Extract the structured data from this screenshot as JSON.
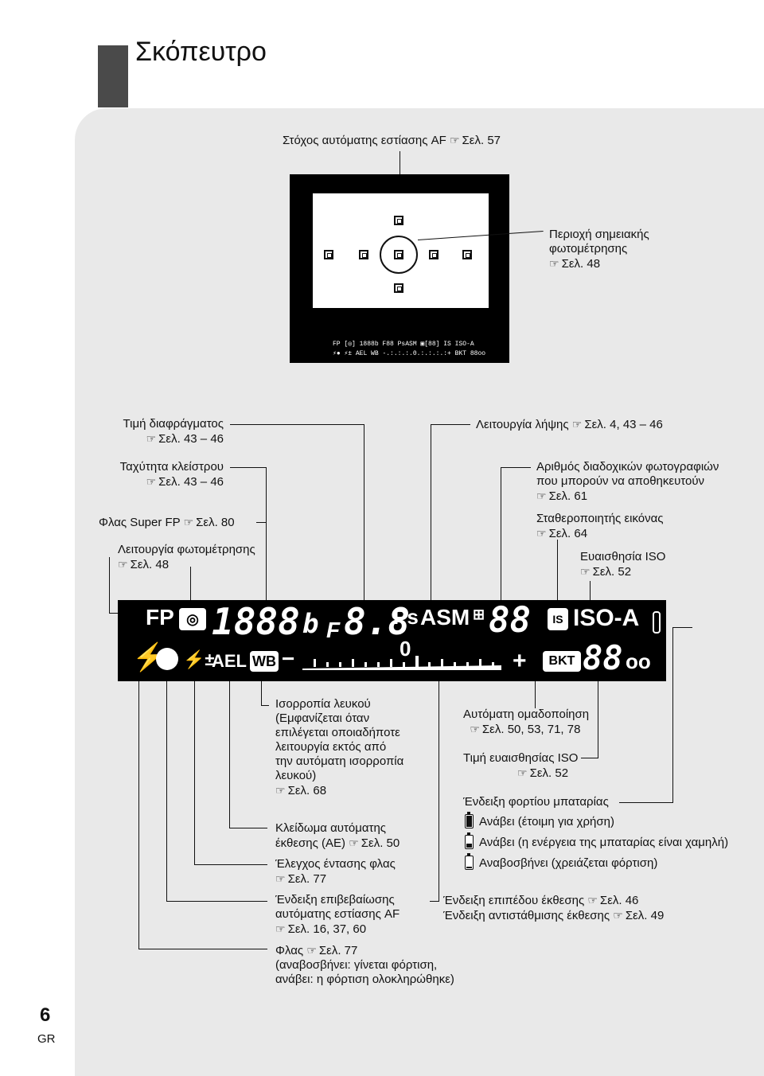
{
  "page": {
    "title": "Σκόπευτρο",
    "number": "6",
    "lang": "GR"
  },
  "viewfinder": {
    "af_target": {
      "text": "Στόχος αυτόματης εστίασης AF",
      "ref": "Σελ. 57"
    },
    "spot_area": {
      "line1": "Περιοχή σημειακής",
      "line2": "φωτομέτρησης",
      "ref": "Σελ. 48"
    },
    "mini_lcd": {
      "row1": "FP [◎] 1888b F88 PsASM ▣[88] IS ISO-A",
      "row2": "⚡● ⚡± AEL WB -.:.:.:.0.:.:.:.:+ BKT 88oo"
    }
  },
  "labels_left": {
    "aperture": {
      "text": "Τιμή διαφράγματος",
      "ref": "Σελ. 43 – 46"
    },
    "shutter": {
      "text": "Ταχύτητα κλείστρου",
      "ref": "Σελ. 43 – 46"
    },
    "super_fp": {
      "text": "Φλας Super FP",
      "ref": "Σελ. 80"
    },
    "metering": {
      "text": "Λειτουργία φωτομέτρησης",
      "ref": "Σελ. 48"
    }
  },
  "labels_right": {
    "shooting_mode": {
      "text": "Λειτουργία λήψης",
      "ref": "Σελ. 4, 43 – 46"
    },
    "burst": {
      "line1": "Αριθμός διαδοχικών φωτογραφιών",
      "line2": "που μπορούν να αποθηκευτούν",
      "ref": "Σελ. 61"
    },
    "stabilizer": {
      "text": "Σταθεροποιητής εικόνας",
      "ref": "Σελ. 64"
    },
    "iso": {
      "text": "Ευαισθησία ISO",
      "ref": "Σελ. 52"
    }
  },
  "lcd": {
    "fp": "FP",
    "shutter": "1888",
    "shutter_suffix": "b",
    "f": "F",
    "aperture": "8.8",
    "ps": "Ps",
    "asm": "ASM",
    "burst": "88",
    "is": "IS",
    "iso": "ISO-A",
    "ael": "AEL",
    "wb": "WB",
    "zero": "0",
    "plus": "+",
    "minus": "−",
    "bkt": "BKT",
    "iso_value": "88",
    "oo": "oo"
  },
  "labels_bottom": {
    "wb": {
      "l1": "Ισορροπία λευκού",
      "l2": "(Εμφανίζεται όταν",
      "l3": "επιλέγεται οποιαδήποτε",
      "l4": "λειτουργία εκτός από",
      "l5": "την αυτόματη ισορροπία",
      "l6": "λευκού)",
      "ref": "Σελ. 68"
    },
    "ae_lock": {
      "l1": "Κλείδωμα αυτόματης",
      "l2": "έκθεσης (AE)",
      "ref": "Σελ. 50"
    },
    "flash_intensity": {
      "l1": "Έλεγχος έντασης φλας",
      "ref": "Σελ. 77"
    },
    "af_confirm": {
      "l1": "Ένδειξη επιβεβαίωσης",
      "l2": "αυτόματης εστίασης AF",
      "ref": "Σελ. 16, 37, 60"
    },
    "flash": {
      "l1": "Φλας",
      "ref": "Σελ. 77",
      "l2": "(αναβοσβήνει: γίνεται φόρτιση,",
      "l3": "ανάβει: η φόρτιση ολοκληρώθηκε)"
    },
    "bracket": {
      "l1": "Αυτόματη ομαδοποίηση",
      "ref": "Σελ. 50, 53, 71, 78"
    },
    "iso_value": {
      "l1": "Τιμή ευαισθησίας ISO",
      "ref": "Σελ. 52"
    },
    "battery": {
      "title": "Ένδειξη φορτίου μπαταρίας",
      "s1": "Ανάβει (έτοιμη για χρήση)",
      "s2": "Ανάβει (η ενέργεια της μπαταρίας είναι χαμηλή)",
      "s3": "Αναβοσβήνει (χρειάζεται φόρτιση)"
    },
    "exposure": {
      "l1": "Ένδειξη επιπέδου έκθεσης",
      "ref1": "Σελ. 46",
      "l2": "Ένδειξη αντιστάθμισης έκθεσης",
      "ref2": "Σελ. 49"
    }
  }
}
